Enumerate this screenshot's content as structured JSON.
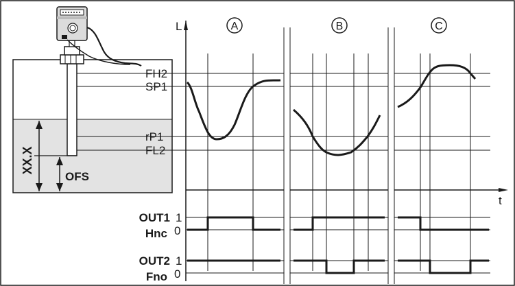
{
  "axes": {
    "y_label": "L",
    "x_label": "t"
  },
  "panels": [
    {
      "id": "A",
      "label": "A"
    },
    {
      "id": "B",
      "label": "B"
    },
    {
      "id": "C",
      "label": "C"
    }
  ],
  "level_labels": {
    "fh2": "FH2",
    "sp1": "SP1",
    "rp1": "rP1",
    "fl2": "FL2"
  },
  "tank": {
    "measure_label": "XX.X",
    "offset_label": "OFS"
  },
  "outputs": {
    "out1_name": "OUT1",
    "out1_mode": "Hnc",
    "out2_name": "OUT2",
    "out2_mode": "Fno",
    "state_high": "1",
    "state_low": "0"
  },
  "colors": {
    "line": "#1a1a1a",
    "tank_fill": "#e3e3e3",
    "sensor_fill": "#dcdcdc"
  }
}
